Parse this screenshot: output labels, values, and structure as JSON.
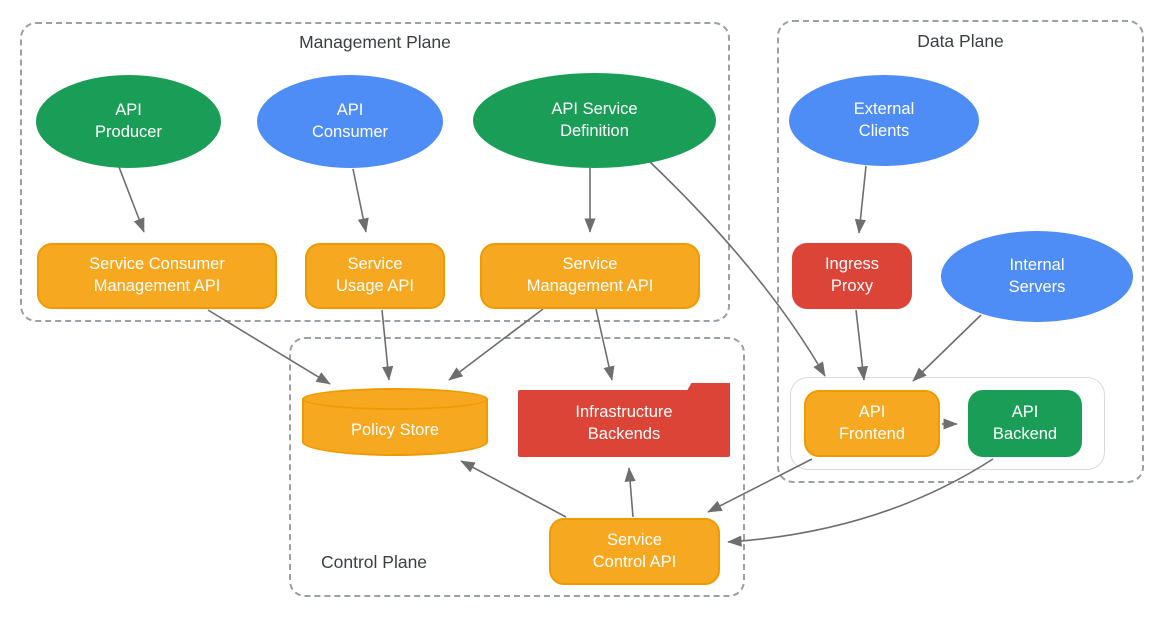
{
  "planes": {
    "management": {
      "label": "Management Plane"
    },
    "data": {
      "label": "Data Plane"
    },
    "control": {
      "label": "Control Plane"
    }
  },
  "nodes": {
    "api_producer": {
      "label": [
        "API",
        "Producer"
      ],
      "shape": "ellipse",
      "color": "green"
    },
    "api_consumer": {
      "label": [
        "API",
        "Consumer"
      ],
      "shape": "ellipse",
      "color": "blue"
    },
    "api_service_definition": {
      "label": [
        "API Service",
        "Definition"
      ],
      "shape": "ellipse",
      "color": "green"
    },
    "external_clients": {
      "label": [
        "External",
        "Clients"
      ],
      "shape": "ellipse",
      "color": "blue"
    },
    "internal_servers": {
      "label": [
        "Internal",
        "Servers"
      ],
      "shape": "ellipse",
      "color": "blue"
    },
    "service_consumer_management_api": {
      "label": [
        "Service Consumer",
        "Management API"
      ],
      "shape": "rounded-rect",
      "color": "orange"
    },
    "service_usage_api": {
      "label": [
        "Service",
        "Usage API"
      ],
      "shape": "rounded-rect",
      "color": "orange"
    },
    "service_management_api": {
      "label": [
        "Service",
        "Management API"
      ],
      "shape": "rounded-rect",
      "color": "orange"
    },
    "ingress_proxy": {
      "label": [
        "Ingress",
        "Proxy"
      ],
      "shape": "rounded-rect",
      "color": "red"
    },
    "policy_store": {
      "label": [
        "Policy Store"
      ],
      "shape": "cylinder",
      "color": "orange"
    },
    "infrastructure_backends": {
      "label": [
        "Infrastructure",
        "Backends"
      ],
      "shape": "folder",
      "color": "red"
    },
    "api_frontend": {
      "label": [
        "API",
        "Frontend"
      ],
      "shape": "rounded-rect",
      "color": "orange"
    },
    "api_backend": {
      "label": [
        "API",
        "Backend"
      ],
      "shape": "rounded-rect",
      "color": "green"
    },
    "service_control_api": {
      "label": [
        "Service",
        "Control API"
      ],
      "shape": "rounded-rect",
      "color": "orange"
    }
  },
  "edges": [
    {
      "from": "api_producer",
      "to": "service_consumer_management_api"
    },
    {
      "from": "api_consumer",
      "to": "service_usage_api"
    },
    {
      "from": "api_service_definition",
      "to": "service_management_api"
    },
    {
      "from": "api_service_definition",
      "to": "api_frontend"
    },
    {
      "from": "service_consumer_management_api",
      "to": "policy_store"
    },
    {
      "from": "service_usage_api",
      "to": "policy_store"
    },
    {
      "from": "service_management_api",
      "to": "policy_store"
    },
    {
      "from": "service_management_api",
      "to": "infrastructure_backends"
    },
    {
      "from": "external_clients",
      "to": "ingress_proxy"
    },
    {
      "from": "ingress_proxy",
      "to": "api_frontend"
    },
    {
      "from": "internal_servers",
      "to": "api_frontend"
    },
    {
      "from": "api_frontend",
      "to": "api_backend"
    },
    {
      "from": "api_frontend",
      "to": "service_control_api"
    },
    {
      "from": "api_backend",
      "to": "service_control_api"
    },
    {
      "from": "service_control_api",
      "to": "policy_store"
    },
    {
      "from": "service_control_api",
      "to": "infrastructure_backends"
    }
  ],
  "colors": {
    "green": "#1A9E57",
    "blue": "#4D8DF5",
    "orange": "#F6A821",
    "orange_border": "#EE9A00",
    "red": "#DB4437",
    "arrow": "#6E6E6E",
    "dash": "#9AA0A6",
    "text": "#3C4043",
    "container_border": "#D8DADD"
  }
}
